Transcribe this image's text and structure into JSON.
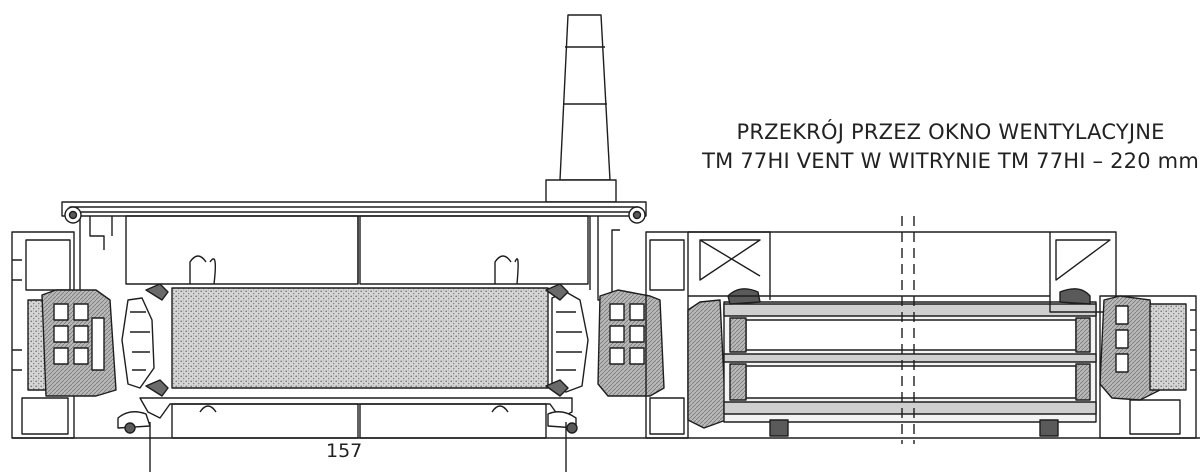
{
  "title": {
    "line1": "PRZEKRÓJ PRZEZ OKNO WENTYLACYJNE",
    "line2": "TM 77HI VENT W WITRYNIE TM 77HI – 220 mm"
  },
  "dimension": {
    "label": "157"
  },
  "colors": {
    "line": "#1e1e1e",
    "insulation": "#9a9a9a",
    "gasket": "#5a5a5a",
    "glass": "#cfcfcf"
  }
}
